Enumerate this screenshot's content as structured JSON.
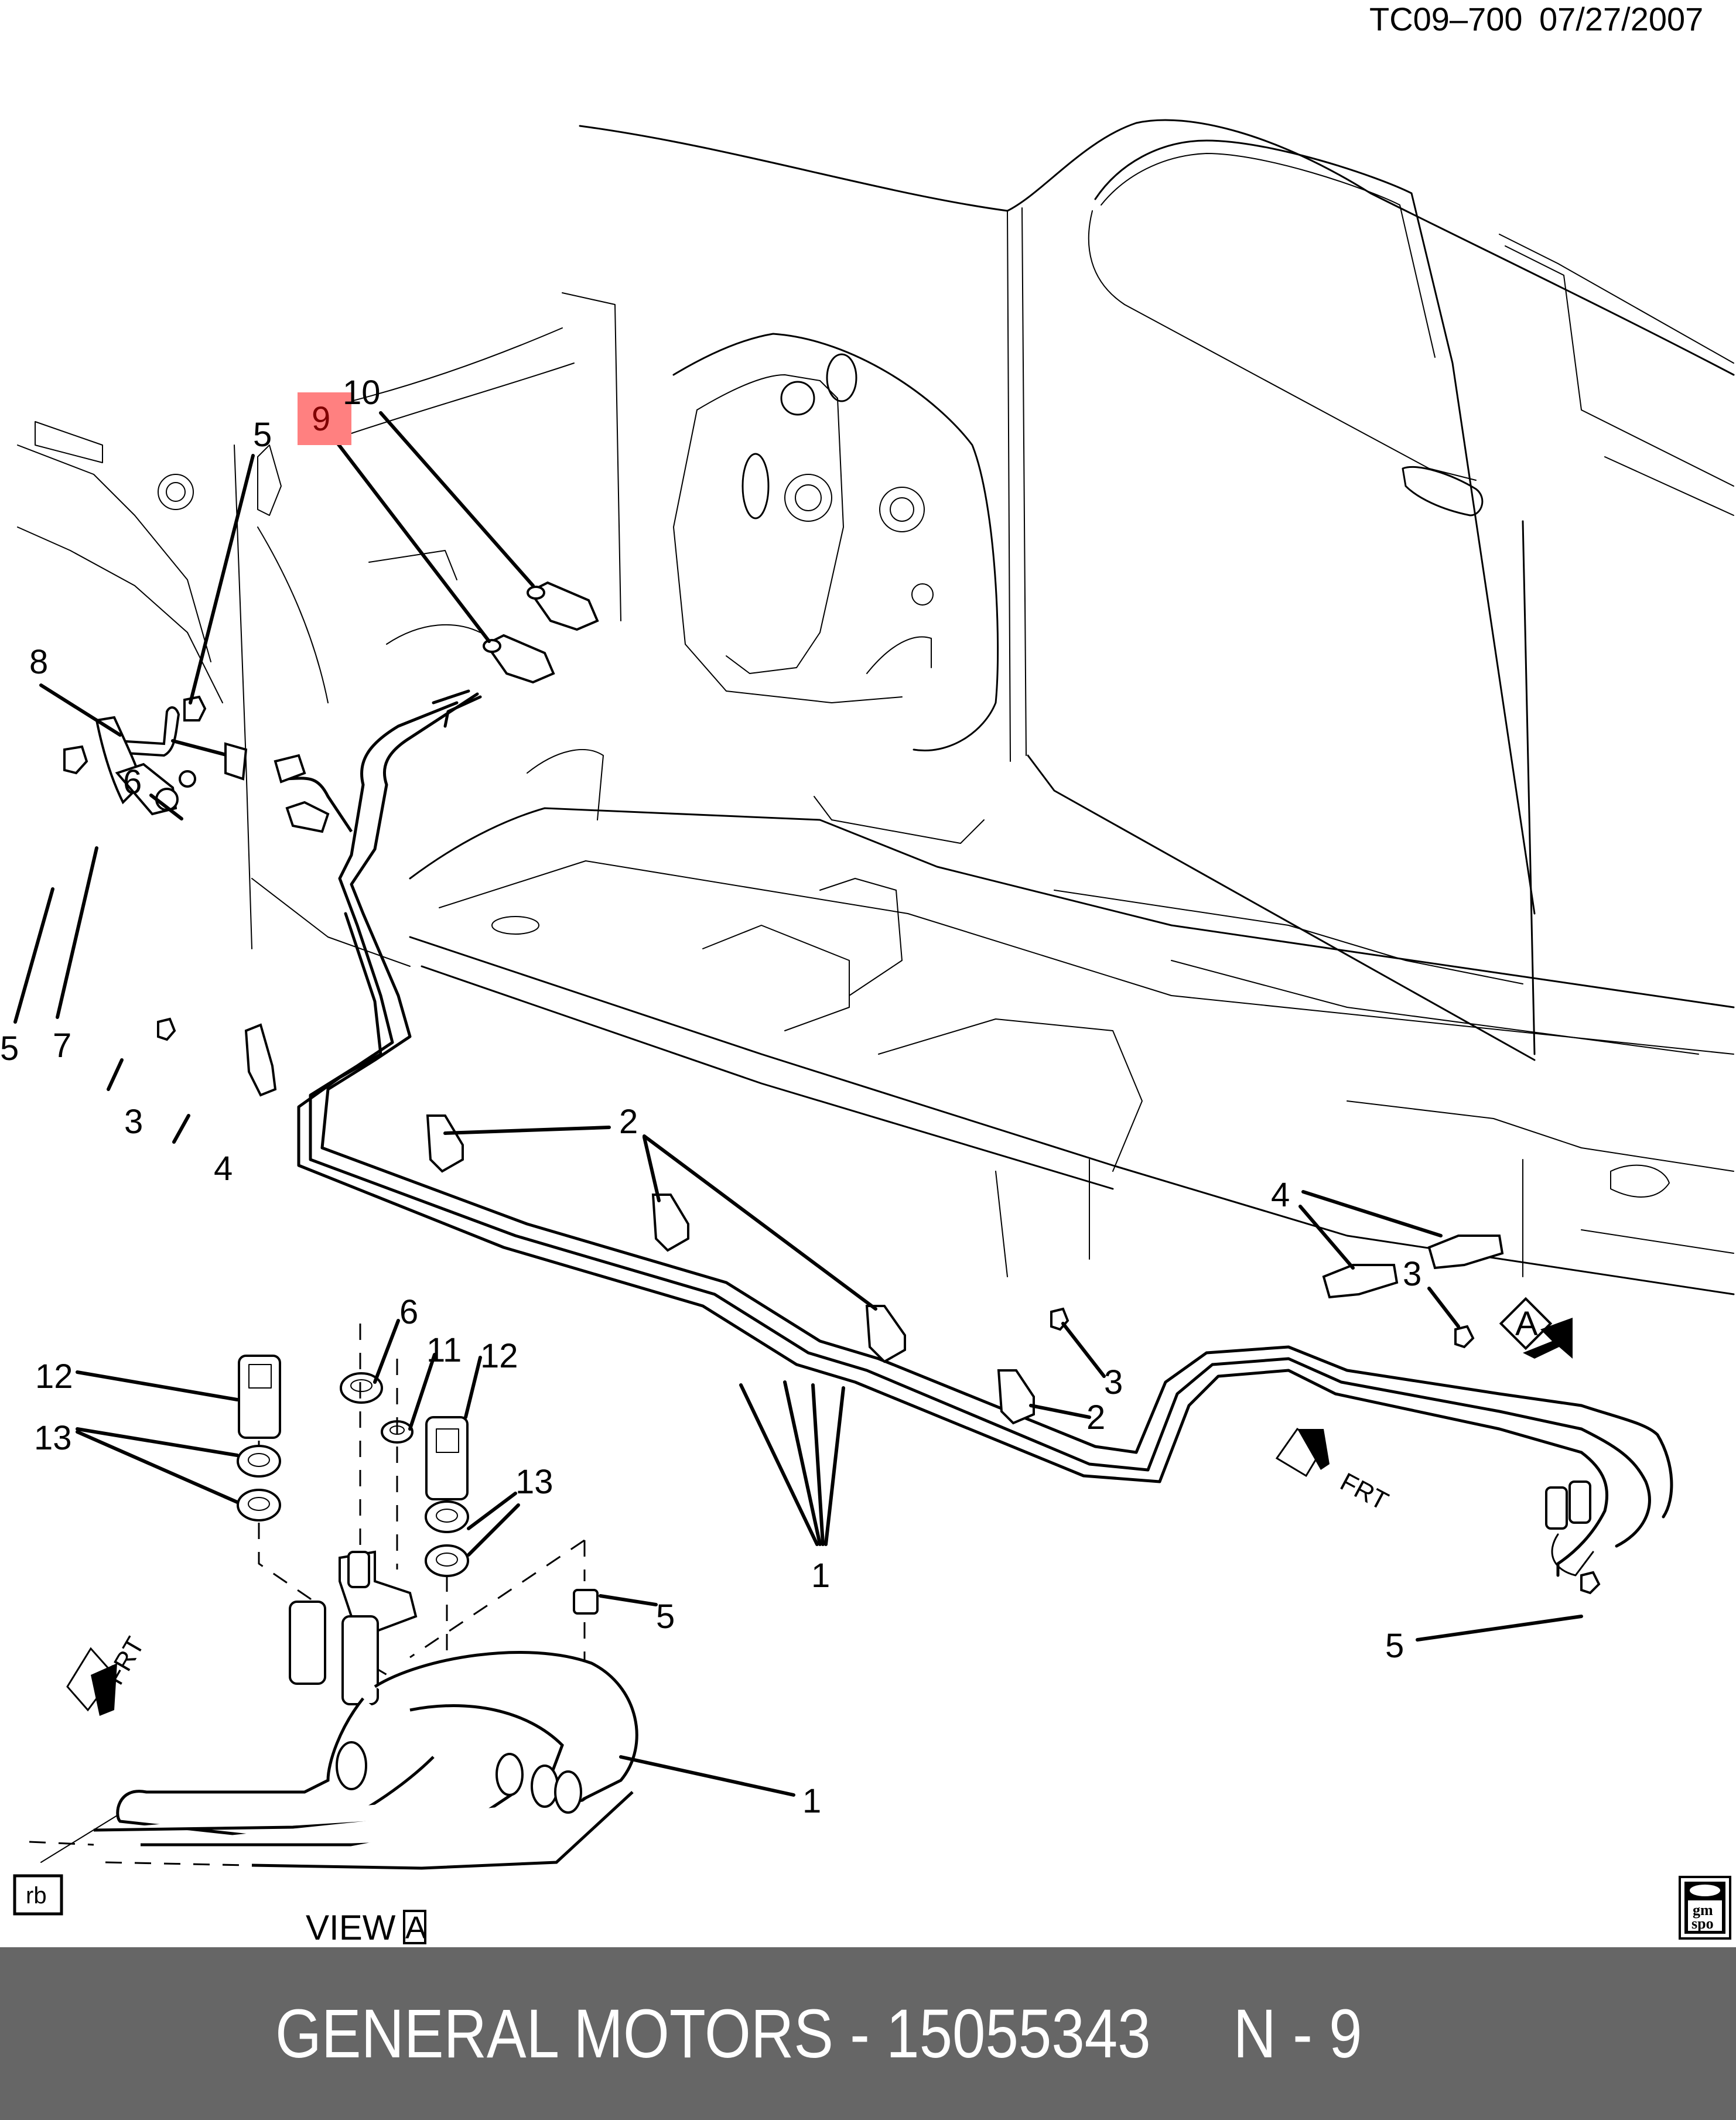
{
  "header": {
    "drawing_number": "TC09–700",
    "date": "07/27/2007"
  },
  "highlight": {
    "callout": "9",
    "fill_color": "#ff8080",
    "text_color": "#800000"
  },
  "callouts": {
    "upper_left": [
      {
        "id": "c10",
        "text": "10"
      },
      {
        "id": "c9",
        "text": "9"
      },
      {
        "id": "c5a",
        "text": "5"
      },
      {
        "id": "c8",
        "text": "8"
      },
      {
        "id": "c6a",
        "text": "6"
      },
      {
        "id": "c5b",
        "text": "5"
      },
      {
        "id": "c7",
        "text": "7"
      },
      {
        "id": "c3a",
        "text": "3"
      },
      {
        "id": "c4a",
        "text": "4"
      }
    ],
    "center": [
      {
        "id": "c2a",
        "text": "2"
      },
      {
        "id": "c1a",
        "text": "1"
      },
      {
        "id": "c2b",
        "text": "2"
      },
      {
        "id": "c3b",
        "text": "3"
      }
    ],
    "right": [
      {
        "id": "c4b",
        "text": "4"
      },
      {
        "id": "c3c",
        "text": "3"
      },
      {
        "id": "c5c",
        "text": "5"
      }
    ],
    "inset": [
      {
        "id": "c12a",
        "text": "12"
      },
      {
        "id": "c13a",
        "text": "13"
      },
      {
        "id": "c6b",
        "text": "6"
      },
      {
        "id": "c11",
        "text": "11"
      },
      {
        "id": "c12b",
        "text": "12"
      },
      {
        "id": "c13b",
        "text": "13"
      },
      {
        "id": "c5d",
        "text": "5"
      },
      {
        "id": "c1b",
        "text": "1"
      }
    ]
  },
  "view_marker": {
    "letter": "A"
  },
  "direction_arrows": [
    {
      "label": "FRT"
    },
    {
      "label": "FRT"
    }
  ],
  "corner_box": {
    "text": "rb"
  },
  "view_label": {
    "prefix": "VIEW",
    "letter": "A"
  },
  "logo": {
    "line1": "gm",
    "line2": "spo"
  },
  "footer": {
    "text": "GENERAL MOTORS - 15055343     N - 9",
    "background": "#666666",
    "text_color": "#ffffff"
  }
}
